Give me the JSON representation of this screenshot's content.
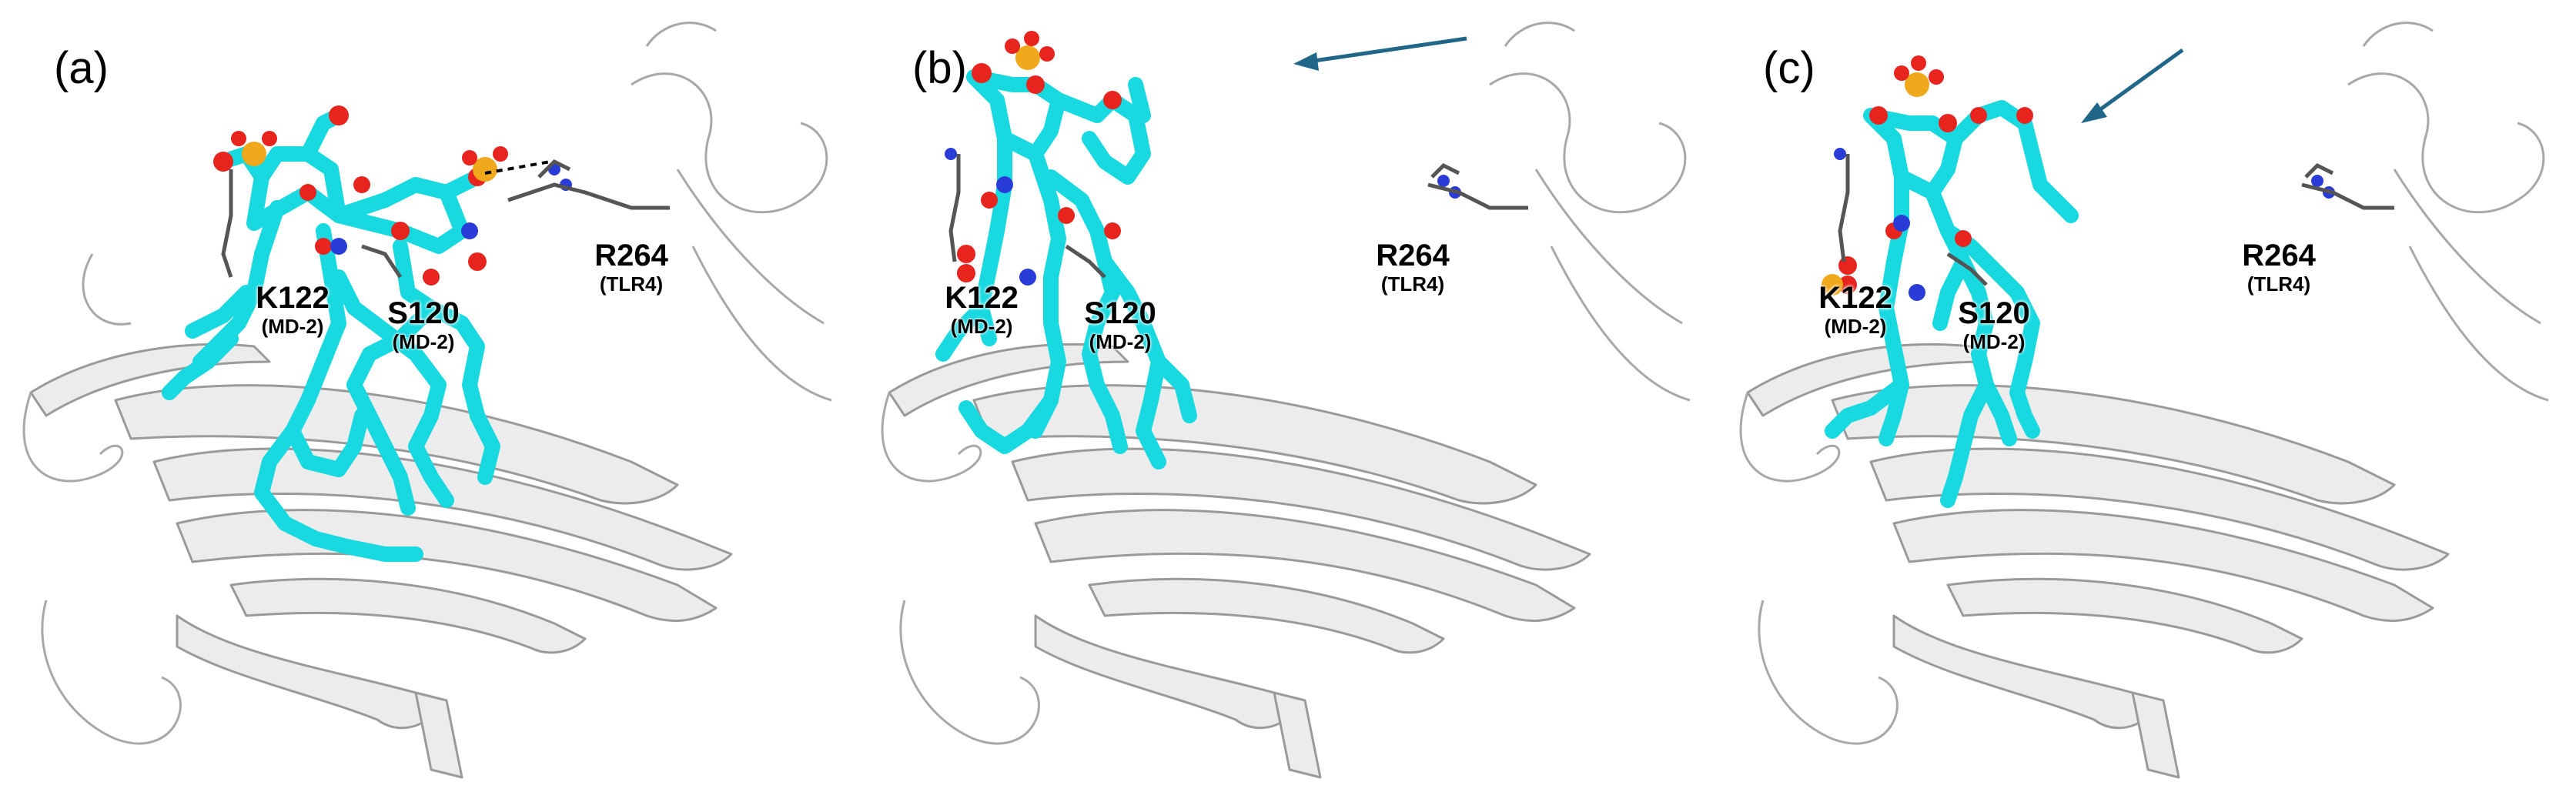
{
  "panels": [
    {
      "label": "(a)",
      "residues": [
        {
          "name": "K122",
          "chain": "(MD-2)"
        },
        {
          "name": "S120",
          "chain": "(MD-2)"
        },
        {
          "name": "R264",
          "chain": "(TLR4)"
        }
      ]
    },
    {
      "label": "(b)",
      "residues": [
        {
          "name": "K122",
          "chain": "(MD-2)"
        },
        {
          "name": "S120",
          "chain": "(MD-2)"
        },
        {
          "name": "R264",
          "chain": "(TLR4)"
        }
      ]
    },
    {
      "label": "(c)",
      "residues": [
        {
          "name": "K122",
          "chain": "(MD-2)"
        },
        {
          "name": "S120",
          "chain": "(MD-2)"
        },
        {
          "name": "R264",
          "chain": "(TLR4)"
        }
      ]
    }
  ],
  "colors": {
    "ligand_carbon": "#19d9e0",
    "oxygen": "#e8241e",
    "phosphorus": "#f0a81c",
    "nitrogen": "#2a3cd8",
    "protein_ribbon": "#e9e9e9",
    "arrow": "#1f6688"
  }
}
